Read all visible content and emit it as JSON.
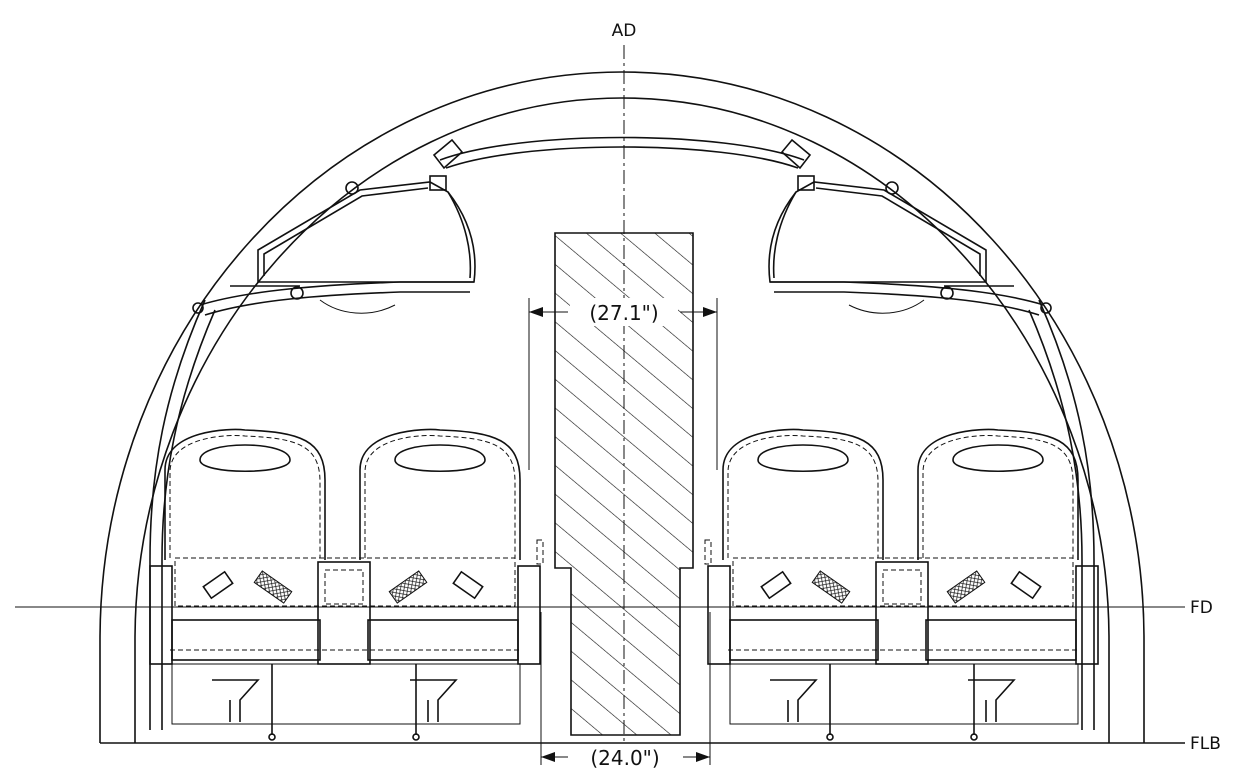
{
  "labels": {
    "axis_top": "AD",
    "floor_line": "FD",
    "floor_beam": "FLB"
  },
  "dimensions": {
    "upper_aisle": "(27.1\")",
    "lower_aisle": "(24.0\")"
  }
}
